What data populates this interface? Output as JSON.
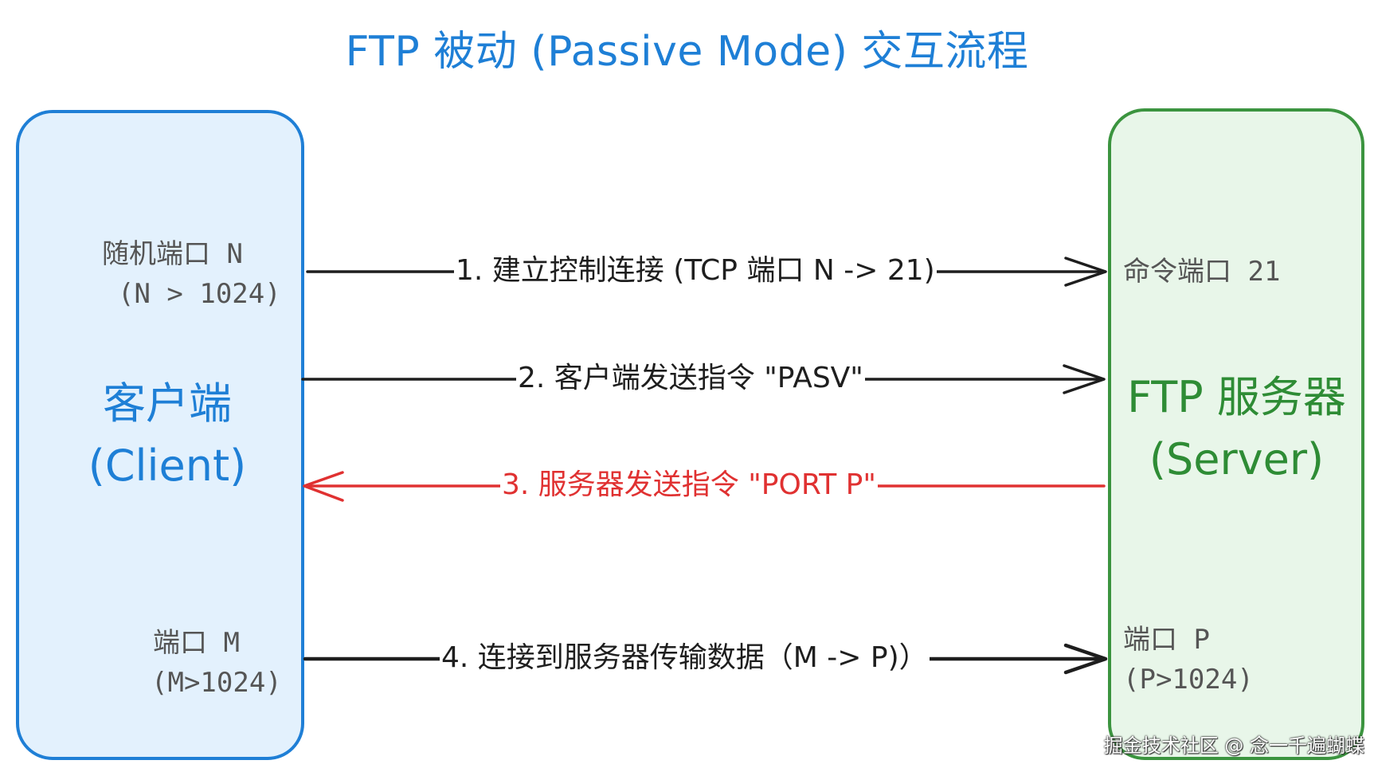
{
  "title": "FTP 被动 (Passive Mode) 交互流程",
  "client": {
    "name": "客户端",
    "name_en": "(Client)",
    "random_port": "随机端口 N",
    "random_port_cond": "(N > 1024)",
    "data_port": "端口 M",
    "data_port_cond": "(M>1024)"
  },
  "server": {
    "name": "FTP 服务器",
    "name_en": "(Server)",
    "command_port": "命令端口 21",
    "data_port": "端口 P",
    "data_port_cond": "(P>1024)"
  },
  "steps": [
    {
      "label": "1. 建立控制连接 (TCP 端口 N -> 21)",
      "direction": "client-to-server",
      "color": "#1e1e1e"
    },
    {
      "label": "2. 客户端发送指令 \"PASV\"",
      "direction": "client-to-server",
      "color": "#1e1e1e"
    },
    {
      "label": "3. 服务器发送指令 \"PORT P\"",
      "direction": "server-to-client",
      "color": "#e03131"
    },
    {
      "label": "4. 连接到服务器传输数据（M -> P)）",
      "direction": "client-to-server",
      "color": "#1e1e1e"
    }
  ],
  "colors": {
    "title": "#1e7fd6",
    "client_border": "#1f7fd6",
    "client_fill": "#e3f1fd",
    "server_border": "#3b943f",
    "server_fill": "#e8f6e9",
    "arrow_default": "#1e1e1e",
    "arrow_highlight": "#e03131"
  },
  "watermark": "掘金技术社区 @ 念一千遍蝴蝶"
}
